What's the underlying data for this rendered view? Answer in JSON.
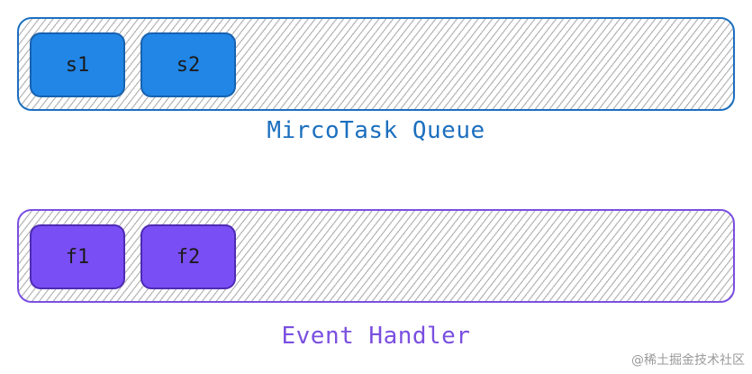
{
  "queues": {
    "microtask": {
      "label": "MircoTask Queue",
      "items": [
        "s1",
        "s2"
      ],
      "color": "#1c6fbf",
      "item_color": "#2186e6"
    },
    "events": {
      "label": "Event Handler",
      "items": [
        "f1",
        "f2"
      ],
      "color": "#7a4fe0",
      "item_color": "#7a4ef5"
    }
  },
  "watermark": "@稀土掘金技术社区"
}
